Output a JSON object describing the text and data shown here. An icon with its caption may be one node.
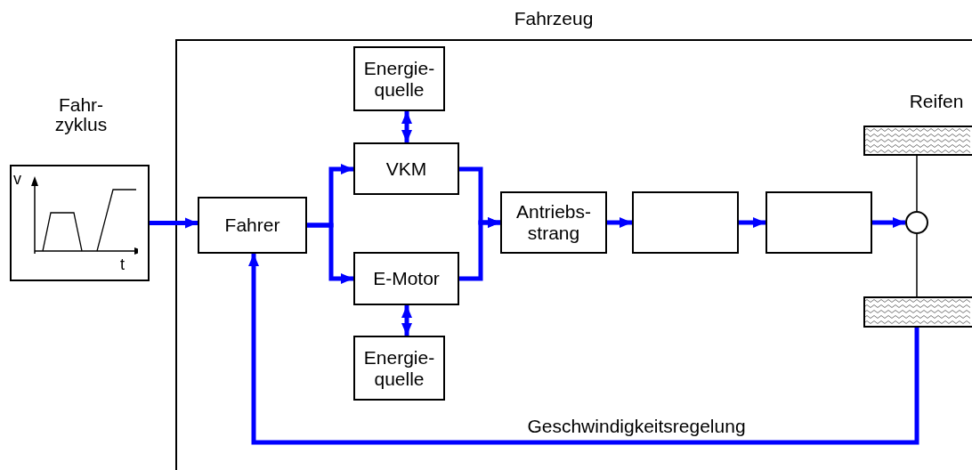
{
  "diagram": {
    "nodes": [
      {
        "text": [
          "Fahrzeug"
        ]
      },
      {
        "text": [
          "Fahr- zyklus"
        ]
      },
      {
        "text": [
          "Fahrer"
        ],
        "in": 0
      },
      {
        "text": [
          "Energie- quelle"
        ],
        "in": 0
      },
      {
        "text": [
          "VKM"
        ],
        "in": 0
      },
      {
        "text": [
          "E-Motor"
        ],
        "in": 0
      },
      {
        "text": [
          "Energie- quelle"
        ],
        "in": 0
      },
      {
        "text": [
          "Antriebs- strang"
        ],
        "in": 0
      },
      {
        "text": [],
        "shape": "box",
        "in": 0
      },
      {
        "text": [],
        "shape": "box",
        "in": 0
      },
      {
        "text": [],
        "shape": "circle",
        "in": 0
      },
      {
        "text": [
          "Reifen"
        ],
        "in": 0
      },
      {
        "text": [],
        "shape": "box",
        "in": 0
      }
    ],
    "edges": [
      {
        "from": 1,
        "to": 2,
        "arrow": "to"
      },
      {
        "from": 2,
        "to": 4,
        "arrow": "to"
      },
      {
        "from": 2,
        "to": 5,
        "arrow": "to"
      },
      {
        "from": 4,
        "to": 7,
        "arrow": "to"
      },
      {
        "from": 5,
        "to": 7,
        "arrow": "to"
      },
      {
        "from": 3,
        "to": 4,
        "arrow": "both"
      },
      {
        "from": 5,
        "to": 6,
        "arrow": "both"
      },
      {
        "from": 7,
        "to": 8,
        "arrow": "to"
      },
      {
        "from": 8,
        "to": 9,
        "arrow": "to"
      },
      {
        "from": 9,
        "to": 10,
        "arrow": "to"
      },
      {
        "from": 12,
        "to": 2,
        "arrow": "to",
        "label": "Geschwindigkeitsregelung"
      },
      {
        "from": 11,
        "to": 10,
        "arrow": "none",
        "color": "#000000"
      },
      {
        "from": 10,
        "to": 12,
        "arrow": "none",
        "color": "#000000"
      }
    ],
    "labels": [
      "v",
      "t"
    ]
  }
}
